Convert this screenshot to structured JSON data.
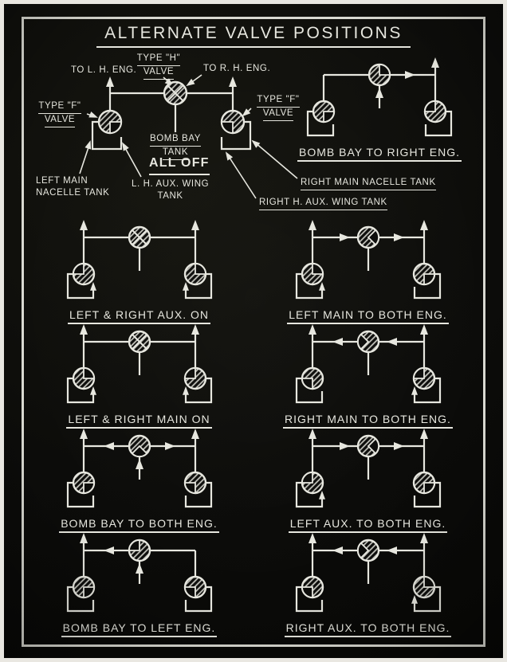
{
  "title": "ALTERNATE VALVE POSITIONS",
  "legend": {
    "to_lh_eng": "TO L. H. ENG.",
    "type_h_line1": "TYPE \"H\"",
    "type_h_line2": "VALVE",
    "to_rh_eng": "TO R. H. ENG.",
    "type_f_line1": "TYPE \"F\"",
    "type_f_line2": "VALVE",
    "bomb_bay_line1": "BOMB BAY",
    "bomb_bay_line2": "TANK",
    "all_off": "ALL OFF",
    "left_main_line1": "LEFT MAIN",
    "left_main_line2": "NACELLE TANK",
    "lh_aux_line1": "L. H. AUX. WING",
    "lh_aux_line2": "TANK",
    "right_main": "RIGHT MAIN NACELLE TANK",
    "right_aux": "RIGHT H. AUX. WING TANK"
  },
  "legend_diagram": {
    "caption": "ALL OFF",
    "valves": {
      "left": "se",
      "center": "off",
      "right": "sw"
    }
  },
  "colors": {
    "line": "#e7e7df",
    "background": "#0c0c0a",
    "frame": "#d9d9d1"
  },
  "diagrams": [
    {
      "id": "bomb-bay-to-right-eng",
      "caption": "BOMB BAY TO RIGHT ENG.",
      "valves": {
        "left": "se",
        "center": "ne",
        "right": "nw"
      },
      "flows": {
        "left_engine": false,
        "right_engine": true,
        "manifold_left": null,
        "manifold_right": "right",
        "bomb_bay": true,
        "left_tank": false,
        "right_tank": false
      }
    },
    {
      "id": "left-right-aux-on",
      "caption": "LEFT & RIGHT AUX. ON",
      "valves": {
        "left": "nw",
        "center": "off",
        "right": "ne"
      },
      "flows": {
        "left_engine": true,
        "right_engine": true,
        "manifold_left": null,
        "manifold_right": null,
        "bomb_bay": false,
        "left_tank": true,
        "right_tank": true
      }
    },
    {
      "id": "left-main-to-both-eng",
      "caption": "LEFT MAIN TO BOTH ENG.",
      "valves": {
        "left": "ne",
        "center": "e",
        "right": "se"
      },
      "flows": {
        "left_engine": true,
        "right_engine": true,
        "manifold_left": "right",
        "manifold_right": "right",
        "bomb_bay": false,
        "left_tank": true,
        "right_tank": false
      }
    },
    {
      "id": "left-right-main-on",
      "caption": "LEFT & RIGHT MAIN ON",
      "valves": {
        "left": "ne",
        "center": "off",
        "right": "nw"
      },
      "flows": {
        "left_engine": true,
        "right_engine": true,
        "manifold_left": null,
        "manifold_right": null,
        "bomb_bay": false,
        "left_tank": true,
        "right_tank": true
      }
    },
    {
      "id": "right-main-to-both-eng",
      "caption": "RIGHT MAIN TO BOTH ENG.",
      "valves": {
        "left": "sw",
        "center": "w",
        "right": "nw"
      },
      "flows": {
        "left_engine": true,
        "right_engine": true,
        "manifold_left": "left",
        "manifold_right": "left",
        "bomb_bay": false,
        "left_tank": false,
        "right_tank": true
      }
    },
    {
      "id": "bomb-bay-to-both-eng",
      "caption": "BOMB BAY TO BOTH ENG.",
      "valves": {
        "left": "se",
        "center": "s",
        "right": "sw"
      },
      "flows": {
        "left_engine": true,
        "right_engine": true,
        "manifold_left": "left",
        "manifold_right": "right",
        "bomb_bay": true,
        "left_tank": false,
        "right_tank": false
      }
    },
    {
      "id": "left-aux-to-both-eng",
      "caption": "LEFT AUX. TO BOTH ENG.",
      "valves": {
        "left": "nw",
        "center": "e",
        "right": "se"
      },
      "flows": {
        "left_engine": true,
        "right_engine": true,
        "manifold_left": "right",
        "manifold_right": "right",
        "bomb_bay": false,
        "left_tank": true,
        "right_tank": false
      }
    },
    {
      "id": "bomb-bay-to-left-eng",
      "caption": "BOMB BAY TO LEFT ENG.",
      "valves": {
        "left": "se",
        "center": "nw",
        "right": "sw"
      },
      "flows": {
        "left_engine": true,
        "right_engine": false,
        "manifold_left": "left",
        "manifold_right": null,
        "bomb_bay": true,
        "left_tank": false,
        "right_tank": false
      }
    },
    {
      "id": "right-aux-to-both-eng",
      "caption": "RIGHT AUX. TO BOTH ENG.",
      "valves": {
        "left": "sw",
        "center": "w",
        "right": "ne"
      },
      "flows": {
        "left_engine": true,
        "right_engine": true,
        "manifold_left": "left",
        "manifold_right": "left",
        "bomb_bay": false,
        "left_tank": false,
        "right_tank": true
      }
    }
  ]
}
